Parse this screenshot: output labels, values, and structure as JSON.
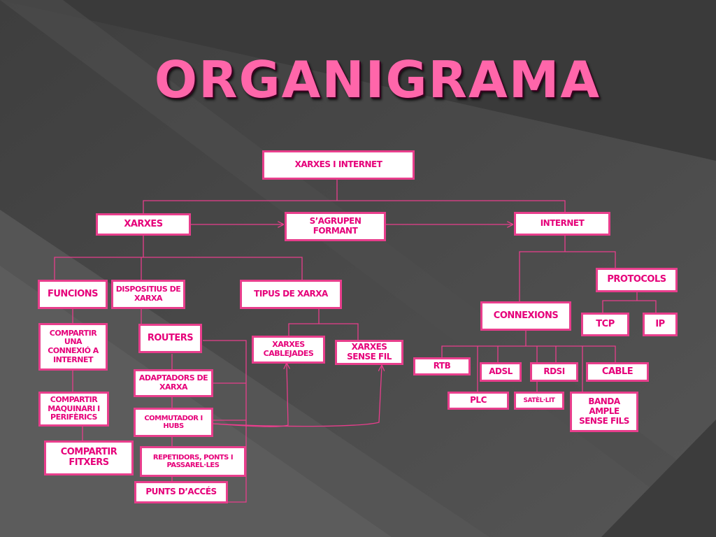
{
  "slide": {
    "title": "ORGANIGRAMA",
    "colors": {
      "background": "#4a4a4a",
      "accent": "#ff66aa",
      "box_border": "#e83e8c",
      "box_text": "#e6007a",
      "connector": "#e83e8c"
    }
  },
  "nodes": {
    "xarxes_internet": "XARXES I INTERNET",
    "xarxes": "XARXES",
    "sagrupen": "S’AGRUPEN FORMANT",
    "internet": "INTERNET",
    "funcions": "FUNCIONS",
    "dispositius": "DISPOSITIUS DE XARXA",
    "tipus": "TIPUS DE XARXA",
    "compartir_connexio": "COMPARTIR UNA CONNEXIÓ A INTERNET",
    "compartir_maquinari": "COMPARTIR MAQUINARI I PERIFÈRICS",
    "compartir_fitxers": "COMPARTIR FITXERS",
    "routers": "ROUTERS",
    "adaptadors": "ADAPTADORS DE XARXA",
    "commutador": "COMMUTADOR I HUBS",
    "repetidors": "REPETIDORS, PONTS I PASSAREL·LES",
    "punts": "PUNTS D’ACCÉS",
    "cablejades": "XARXES CABLEJADES",
    "sense_fil": "XARXES SENSE FIL",
    "protocols": "PROTOCOLS",
    "tcp": "TCP",
    "ip": "IP",
    "connexions": "CONNEXIONS",
    "rtb": "RTB",
    "adsl": "ADSL",
    "rdsi": "RDSI",
    "cable": "CABLE",
    "plc": "PLC",
    "satelit": "SATÈL·LIT",
    "banda_ample": "BANDA AMPLE SENSE FILS"
  }
}
